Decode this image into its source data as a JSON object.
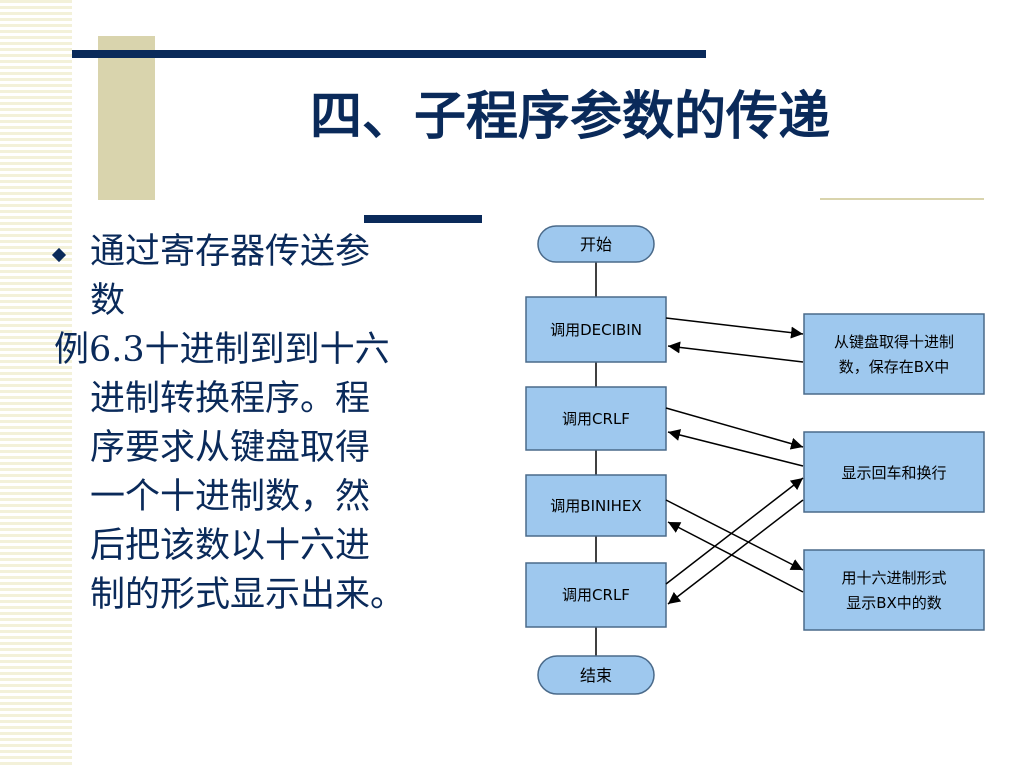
{
  "title": "四、子程序参数的传递",
  "bullet": {
    "lines": [
      "通过寄存器传送参",
      "数"
    ]
  },
  "example": {
    "lines": [
      "例6.3十进制到到十六",
      "进制转换程序。程",
      "序要求从键盘取得",
      "一个十进制数，然",
      "后把该数以十六进",
      "制的形式显示出来。"
    ]
  },
  "flowchart": {
    "start": "开始",
    "end": "结束",
    "steps": [
      "调用DECIBIN",
      "调用CRLF",
      "调用BINIHEX",
      "调用CRLF"
    ],
    "side_boxes": [
      [
        "从键盘取得十进制",
        "数，保存在BX中"
      ],
      [
        "显示回车和换行"
      ],
      [
        "用十六进制形式",
        "显示BX中的数"
      ]
    ]
  },
  "colors": {
    "navy": "#0a2a5a",
    "box_fill": "#9ec8ee",
    "box_stroke": "#4a6a8a",
    "beige": "#d9d4ad"
  }
}
